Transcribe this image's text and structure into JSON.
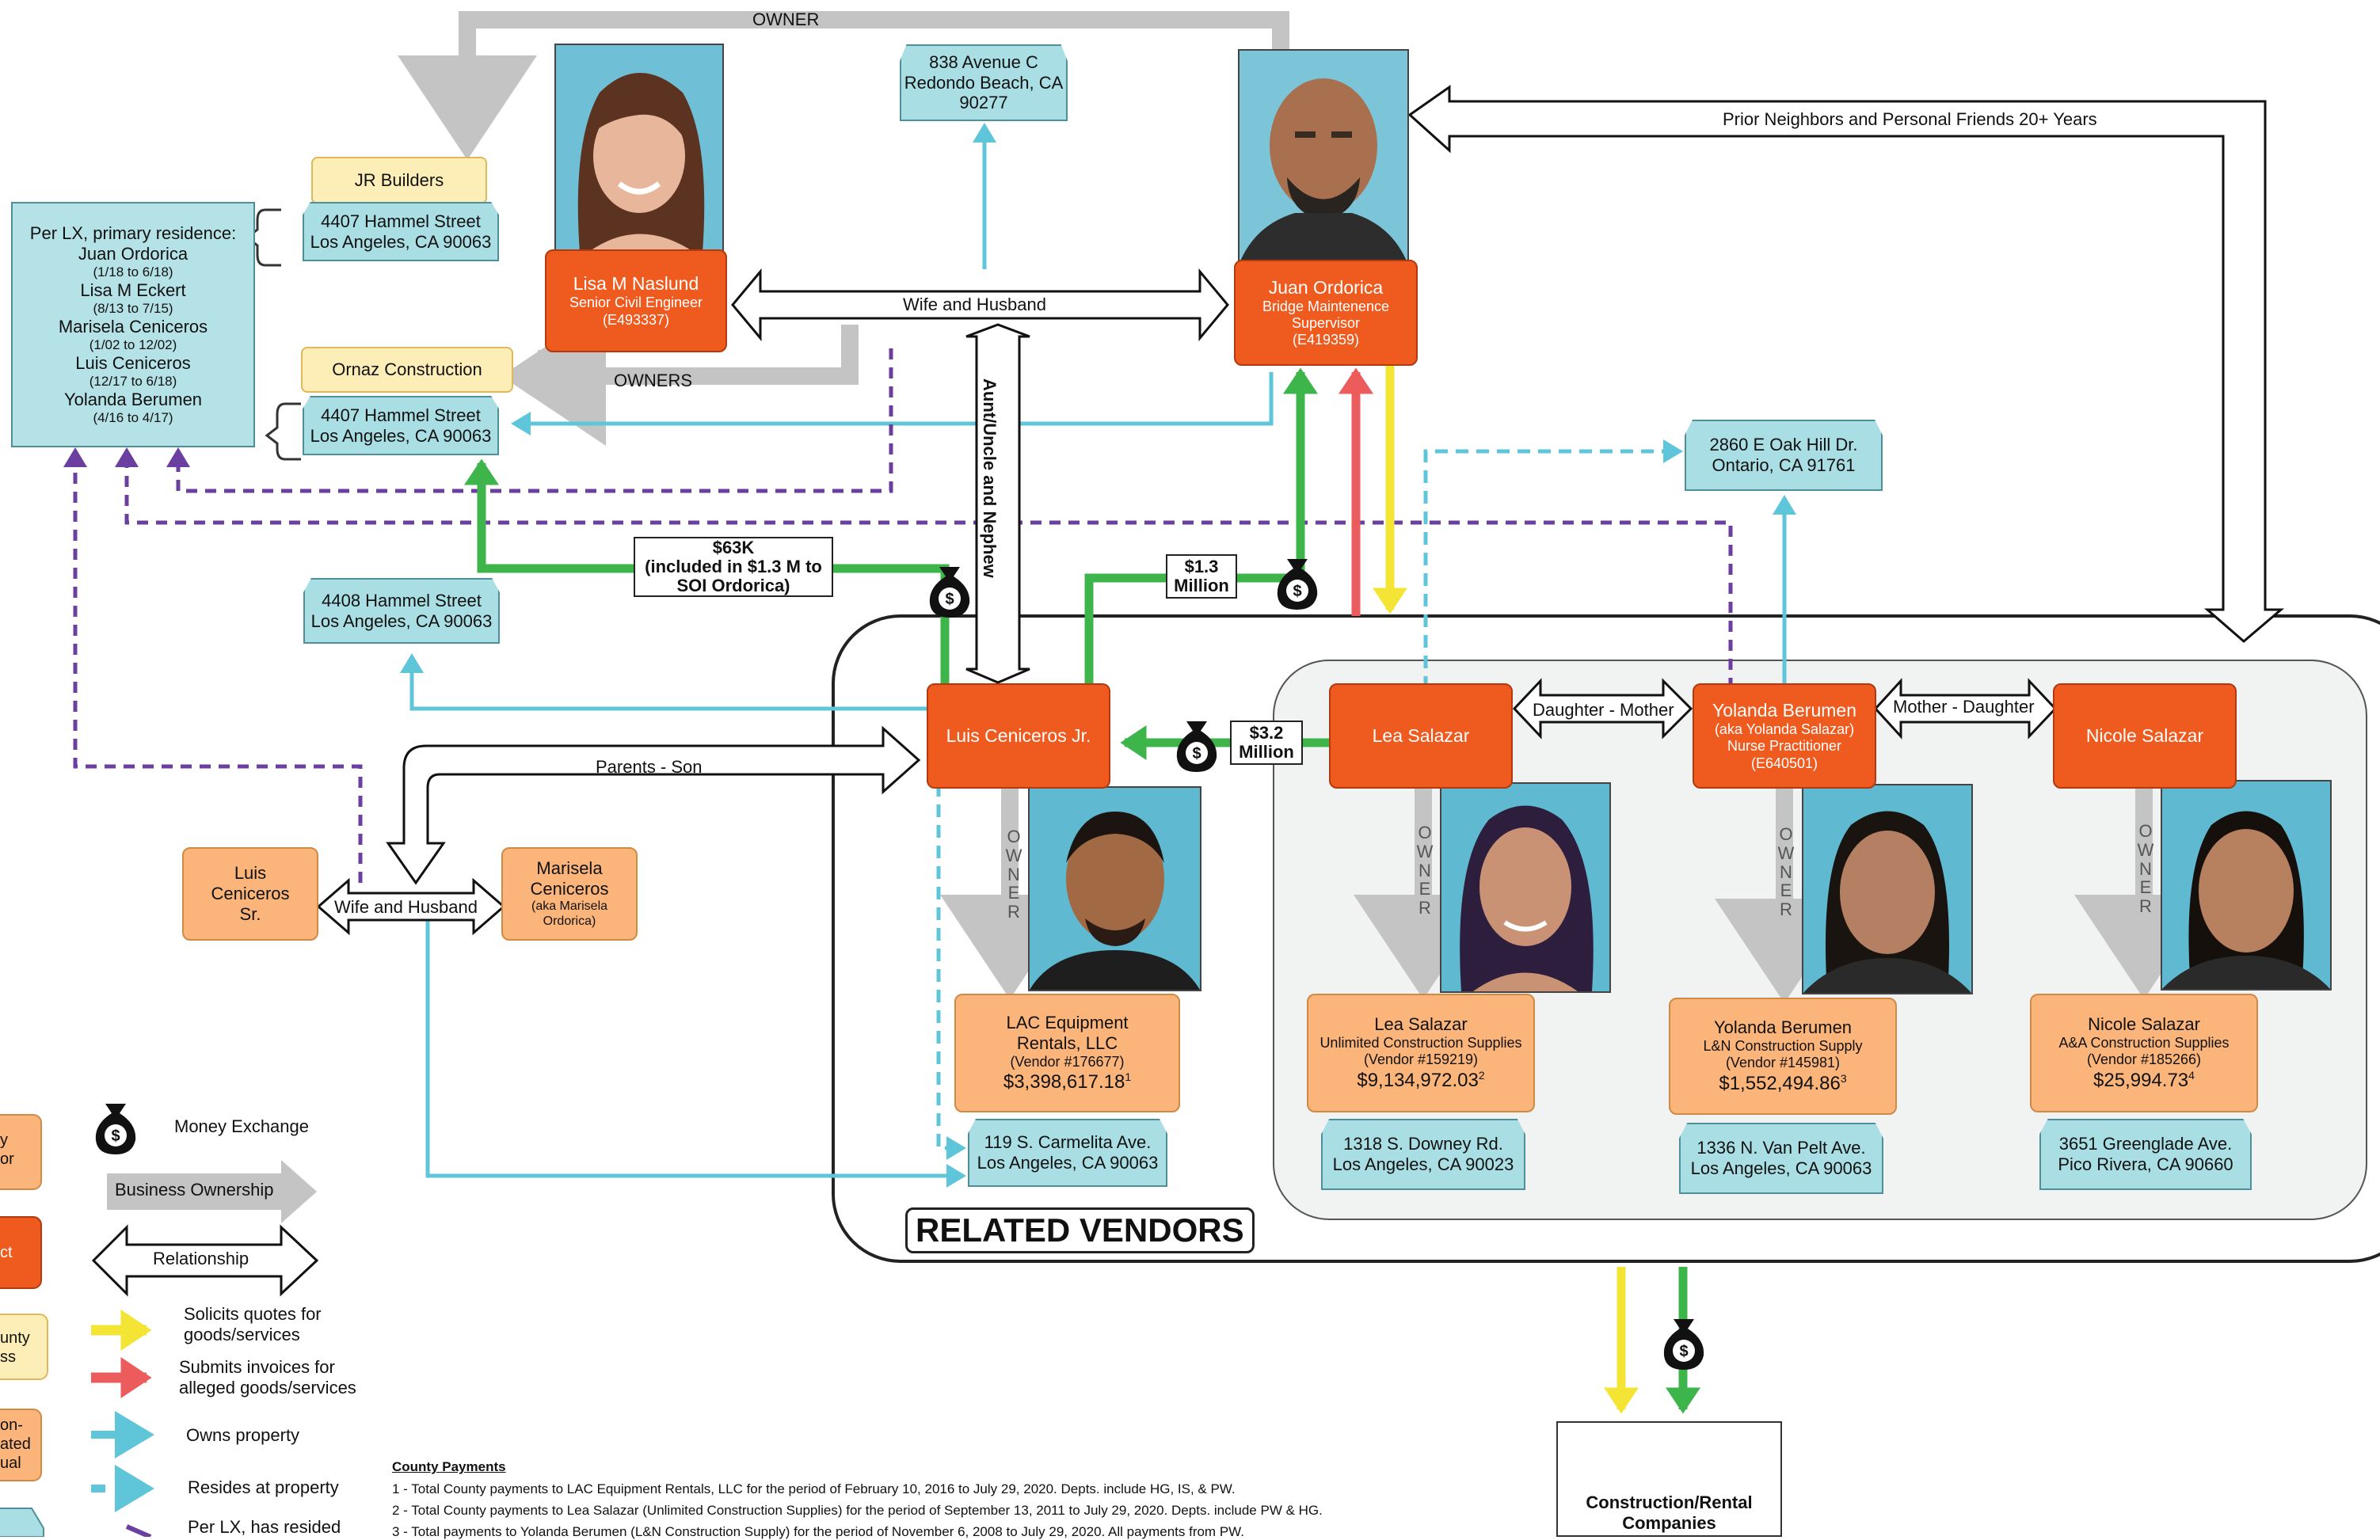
{
  "labels": {
    "owner_top": "OWNER",
    "owners_mid": "OWNERS",
    "wife_husband_top": "Wife and Husband",
    "aunt_uncle": "Aunt/Uncle and Nephew",
    "prior_neighbors": "Prior Neighbors and Personal Friends 20+ Years",
    "parents_son": "Parents - Son",
    "wife_husband_bottom": "Wife and Husband",
    "daughter_mother": "Daughter - Mother",
    "mother_daughter": "Mother - Daughter",
    "owner_vertical": "OWNER",
    "related_vendors": "RELATED VENDORS"
  },
  "money": {
    "m63k_line1": "$63K",
    "m63k_line2": "(included in $1.3 M to",
    "m63k_line3": "SOI Ordorica)",
    "m13_line1": "$1.3",
    "m13_line2": "Million",
    "m32_line1": "$3.2",
    "m32_line2": "Million"
  },
  "addresses": {
    "avenue_c": [
      "838 Avenue C",
      "Redondo Beach, CA",
      "90277"
    ],
    "hammel_4407_a": [
      "4407 Hammel Street",
      "Los Angeles, CA 90063"
    ],
    "hammel_4407_b": [
      "4407 Hammel Street",
      "Los Angeles, CA 90063"
    ],
    "hammel_4408": [
      "4408 Hammel Street",
      "Los Angeles, CA 90063"
    ],
    "oak_hill": [
      "2860 E Oak Hill Dr.",
      "Ontario, CA 91761"
    ],
    "carmelita": [
      "119 S. Carmelita Ave.",
      "Los Angeles, CA 90063"
    ],
    "downey": [
      "1318 S. Downey Rd.",
      "Los Angeles, CA 90023"
    ],
    "van_pelt": [
      "1336 N. Van Pelt Ave.",
      "Los Angeles, CA 90063"
    ],
    "greenglade": [
      "3651 Greenglade Ave.",
      "Pico Rivera, CA 90660"
    ]
  },
  "residence": {
    "title": "Per LX, primary residence:",
    "people": [
      {
        "name": "Juan Ordorica",
        "dates": "(1/18 to 6/18)"
      },
      {
        "name": "Lisa M Eckert",
        "dates": "(8/13 to 7/15)"
      },
      {
        "name": "Marisela Ceniceros",
        "dates": "(1/02 to 12/02)"
      },
      {
        "name": "Luis Ceniceros",
        "dates": "(12/17 to 6/18)"
      },
      {
        "name": "Yolanda Berumen",
        "dates": "(4/16 to 4/17)"
      }
    ]
  },
  "businesses": {
    "jr_builders": "JR Builders",
    "ornaz": "Ornaz Construction"
  },
  "people": {
    "lisa": {
      "name": "Lisa M Naslund",
      "title": "Senior Civil Engineer",
      "id": "(E493337)"
    },
    "juan": {
      "name": "Juan Ordorica",
      "title1": "Bridge Maintenence",
      "title2": "Supervisor",
      "id": "(E419359)"
    },
    "luis_jr": {
      "name": "Luis Ceniceros Jr."
    },
    "lea": {
      "name": "Lea Salazar"
    },
    "yolanda": {
      "name": "Yolanda Berumen",
      "aka": "(aka Yolanda Salazar)",
      "title": "Nurse Practitioner",
      "id": "(E640501)"
    },
    "nicole": {
      "name": "Nicole Salazar"
    },
    "luis_sr": {
      "line1": "Luis",
      "line2": "Ceniceros",
      "line3": "Sr."
    },
    "marisela": {
      "line1": "Marisela",
      "line2": "Ceniceros",
      "aka1": "(aka Marisela",
      "aka2": "Ordorica)"
    }
  },
  "vendors": {
    "lac": {
      "line1": "LAC Equipment",
      "line2": "Rentals, LLC",
      "vendor": "(Vendor #176677)",
      "amount": "$3,398,617.18",
      "note": "1"
    },
    "lea": {
      "name": "Lea Salazar",
      "company": "Unlimited Construction Supplies",
      "vendor": "(Vendor #159219)",
      "amount": "$9,134,972.03",
      "note": "2"
    },
    "yolanda": {
      "name": "Yolanda Berumen",
      "company": "L&N Construction Supply",
      "vendor": "(Vendor #145981)",
      "amount": "$1,552,494.86",
      "note": "3"
    },
    "nicole": {
      "name": "Nicole Salazar",
      "company": "A&A Construction Supplies",
      "vendor": "(Vendor #185266)",
      "amount": "$25,994.73",
      "note": "4"
    }
  },
  "construction": {
    "line1": "Construction/Rental",
    "line2": "Companies"
  },
  "legend": {
    "money": "Money Exchange",
    "ownership": "Business Ownership",
    "relationship": "Relationship",
    "solicits1": "Solicits quotes for",
    "solicits2": "goods/services",
    "invoices1": "Submits invoices for",
    "invoices2": "alleged goods/services",
    "owns": "Owns property",
    "resides": "Resides at property",
    "per_lx": "Per LX, has resided",
    "cut1a": "y",
    "cut1b": "or",
    "cut2": "ct",
    "cut3a": "unty",
    "cut3b": "ss",
    "cut4a": "on-",
    "cut4b": "ated",
    "cut4c": "ual"
  },
  "footer": {
    "heading": "County Payments",
    "notes": [
      "1 - Total County payments to LAC Equipment Rentals, LLC for the period of February 10, 2016 to July 29, 2020.  Depts. include HG, IS, & PW.",
      "2 - Total County payments to Lea Salazar (Unlimited Construction Supplies) for the period of September 13, 2011 to July 29, 2020.  Depts. include PW & HG.",
      "3 - Total payments to Yolanda Berumen (L&N Construction Supply) for the period of November 6, 2008 to July 29, 2020.  All payments from PW."
    ]
  },
  "colors": {
    "gray": "#c4c4c4",
    "cyan": "#5fc6d9",
    "green": "#3db54a",
    "red": "#ec5c5c",
    "yellow": "#f4e535",
    "purple": "#6a3fa0",
    "orange_box": "#ef5a1f"
  }
}
